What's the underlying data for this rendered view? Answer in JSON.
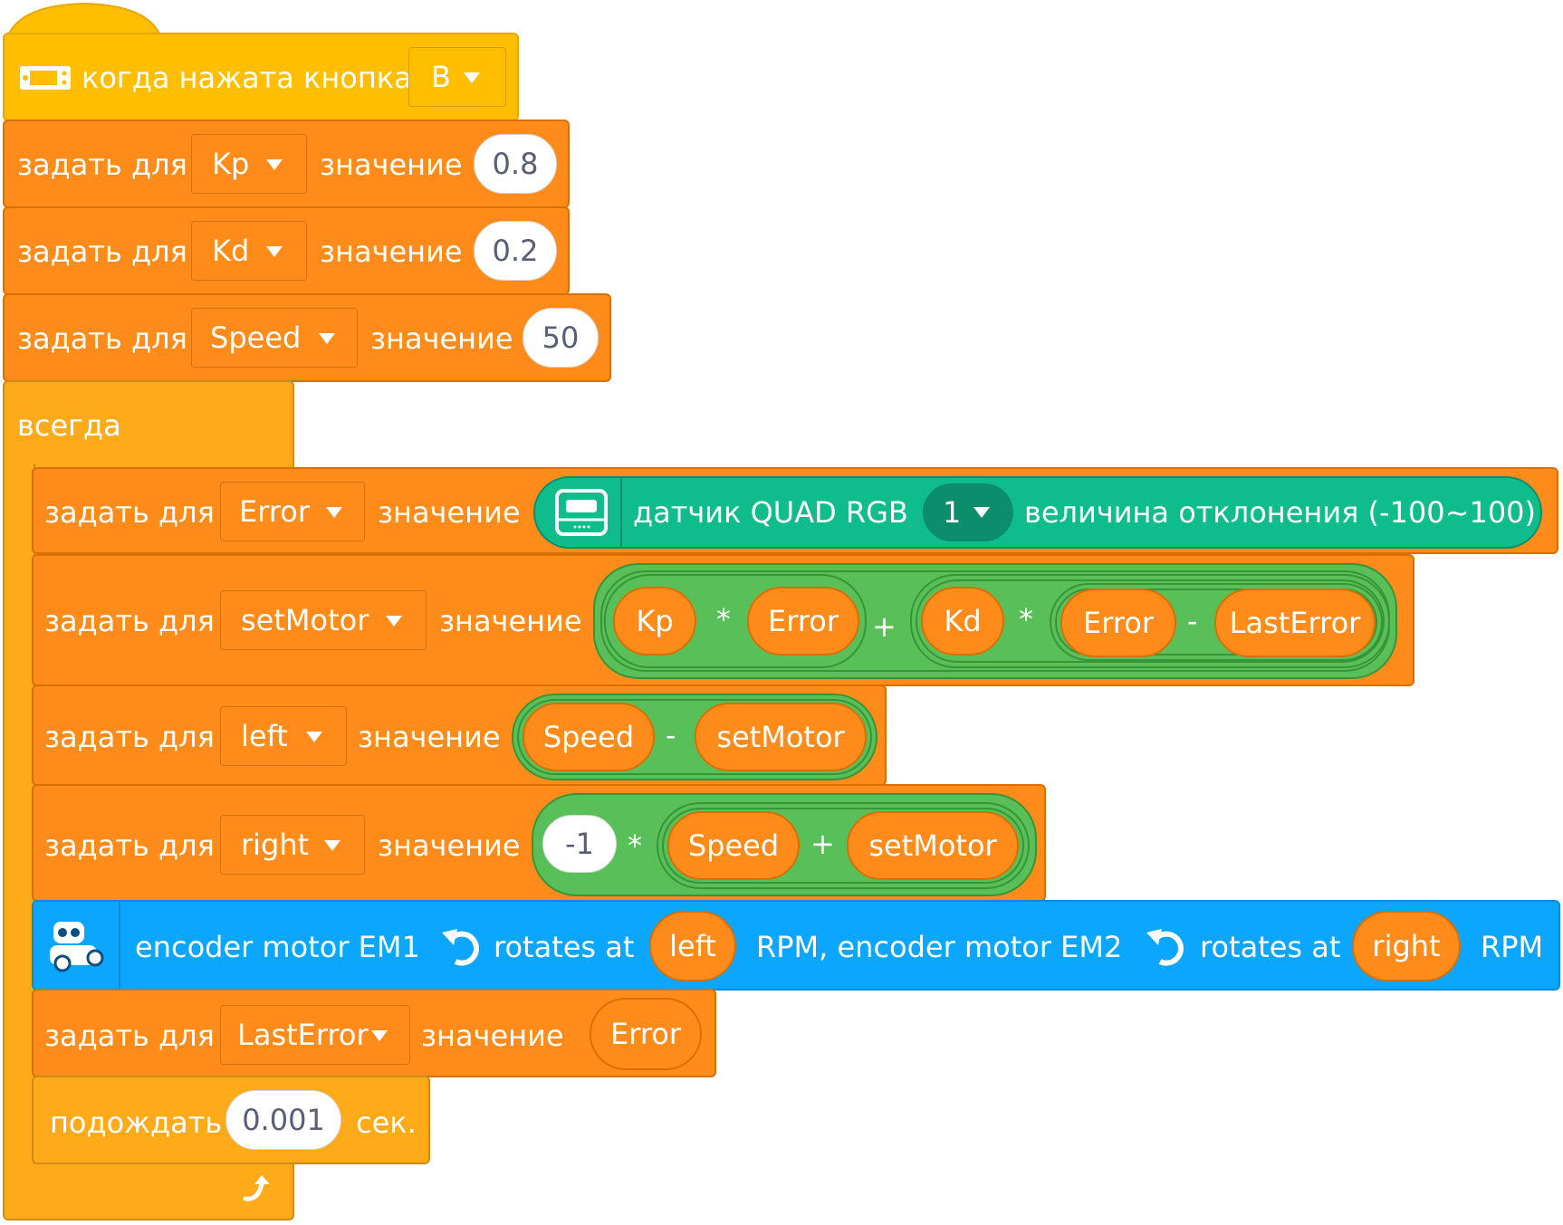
{
  "hat": {
    "label": "когда нажата кнопка",
    "button": "B"
  },
  "set_label": "задать для",
  "value_label": "значение",
  "init": [
    {
      "var": "Kp",
      "value": "0.8"
    },
    {
      "var": "Kd",
      "value": "0.2"
    },
    {
      "var": "Speed",
      "value": "50"
    }
  ],
  "forever": {
    "label": "всегда"
  },
  "error_set": {
    "var": "Error",
    "sensor": {
      "label": "датчик QUAD RGB",
      "port": "1",
      "measure": "величина отклонения (-100~100)"
    }
  },
  "setmotor_set": {
    "var": "setMotor",
    "expr": {
      "kp": "Kp",
      "mul1": "*",
      "error1": "Error",
      "plus": "+",
      "kd": "Kd",
      "mul2": "*",
      "error2": "Error",
      "minus": "-",
      "last": "LastError"
    }
  },
  "left_set": {
    "var": "left",
    "expr": {
      "a": "Speed",
      "op": "-",
      "b": "setMotor"
    }
  },
  "right_set": {
    "var": "right",
    "expr": {
      "neg": "-1",
      "mul": "*",
      "a": "Speed",
      "op": "+",
      "b": "setMotor"
    }
  },
  "motor": {
    "text1": "encoder motor EM1",
    "rot1": "rotates at",
    "val1": "left",
    "unit1": "RPM, encoder motor EM2",
    "rot2": "rotates at",
    "val2": "right",
    "unit2": "RPM"
  },
  "last_set": {
    "var": "LastError",
    "value": "Error"
  },
  "wait": {
    "label": "подождать",
    "value": "0.001",
    "unit": "сек."
  },
  "colors": {
    "events": "#ffbf00",
    "variables": "#ff8c1a",
    "control": "#ffab19",
    "sensing": "#0fbd8c",
    "operators": "#59c059",
    "motion": "#0aa6ff"
  }
}
